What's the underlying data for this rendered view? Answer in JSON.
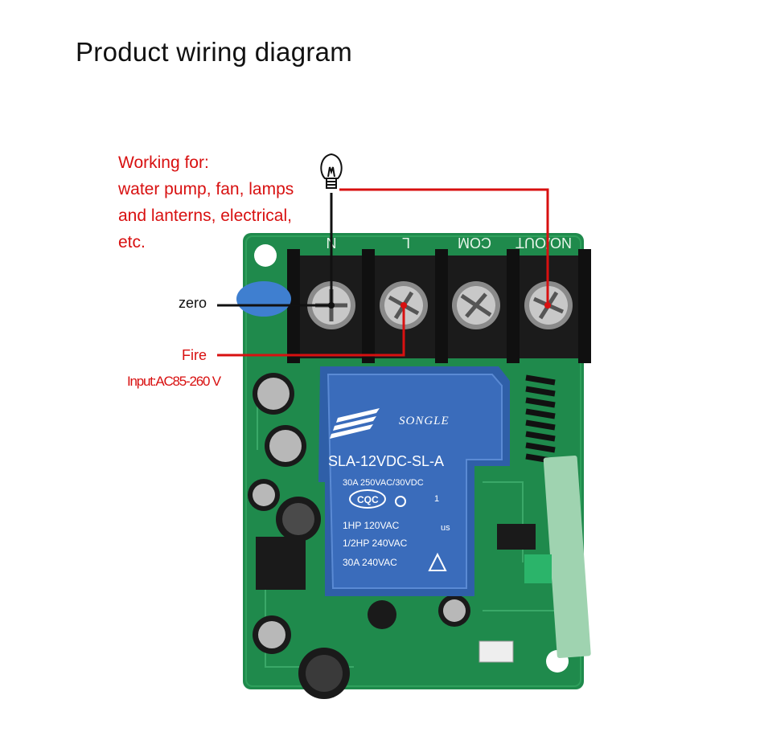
{
  "title": "Product wiring diagram",
  "working_lines": [
    "Working for:",
    "water pump, fan, lamps",
    "and lanterns, electrical,",
    "etc."
  ],
  "terminal_labels": [
    "N",
    "L",
    "COM",
    "NO/OUT"
  ],
  "wire_labels": {
    "zero": "zero",
    "fire": "Fire",
    "input": "Input:AC85-260 V"
  },
  "relay": {
    "brand": "SONGLE",
    "model": "SLA-12VDC-SL-A",
    "rating": "30A 250VAC/30VDC",
    "cqc": "CQC",
    "line1": "1HP 120VAC",
    "line2": "1/2HP 240VAC",
    "line3": "30A 240VAC",
    "ul": "us",
    "pin": "1"
  },
  "colors": {
    "accent_red": "#d81010",
    "board_green": "#1f8a4c",
    "relay_blue": "#2f5fa8"
  },
  "icons": [
    "light-bulb-icon"
  ]
}
